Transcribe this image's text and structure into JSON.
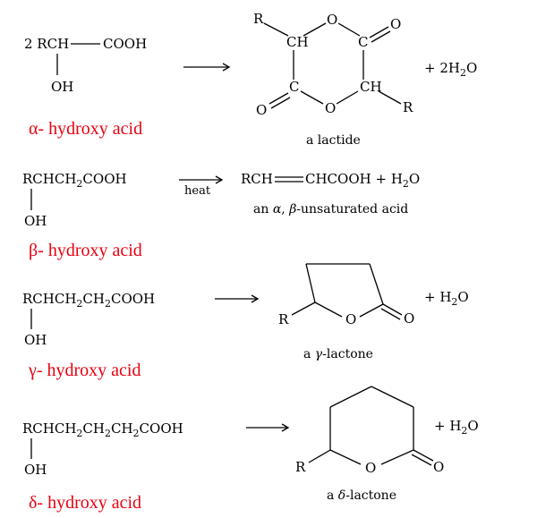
{
  "colors": {
    "label": "#e8000f",
    "ink": "#000000"
  },
  "reactions": [
    {
      "reactant_pre": "2 RCH",
      "reactant_post": "COOH",
      "oh": "OH",
      "label": "α- hydroxy acid",
      "atoms": {
        "r1": "R",
        "ch1": "CH",
        "o_top": "O",
        "c_top": "C",
        "o_dbl1": "O",
        "c_bot": "C",
        "o_dbl2": "O",
        "o_bot": "O",
        "ch2": "CH",
        "r2": "R"
      },
      "byproduct": "+ 2H",
      "byproduct_sub": "2",
      "byproduct_end": "O",
      "product_name": "a lactide"
    },
    {
      "reactant": "RCHCH",
      "reactant_sub": "2",
      "reactant_end": "COOH",
      "oh": "OH",
      "label": "β- hydroxy acid",
      "condition": "heat",
      "product_pre": "RCH",
      "product_post": "CHCOOH + H",
      "product_sub": "2",
      "product_end": "O",
      "product_name_pre": "an ",
      "product_name_alpha": "α",
      "product_name_mid": ", ",
      "product_name_beta": "β",
      "product_name_post": "-unsaturated acid"
    },
    {
      "reactant": "RCHCH",
      "reactant_sub1": "2",
      "reactant_mid": "CH",
      "reactant_sub2": "2",
      "reactant_end": "COOH",
      "oh": "OH",
      "label": "γ- hydroxy acid",
      "atoms": {
        "r": "R",
        "o_ring": "O",
        "o_dbl": "O"
      },
      "byproduct": "+ H",
      "byproduct_sub": "2",
      "byproduct_end": "O",
      "product_name_pre": "a ",
      "product_name_greek": "γ",
      "product_name_post": "-lactone"
    },
    {
      "reactant": "RCHCH",
      "reactant_sub1": "2",
      "reactant_mid1": "CH",
      "reactant_sub2": "2",
      "reactant_mid2": "CH",
      "reactant_sub3": "2",
      "reactant_end": "COOH",
      "oh": "OH",
      "label": "δ- hydroxy acid",
      "atoms": {
        "r": "R",
        "o_ring": "O",
        "o_dbl": "O"
      },
      "byproduct": "+ H",
      "byproduct_sub": "2",
      "byproduct_end": "O",
      "product_name_pre": "a ",
      "product_name_greek": "δ",
      "product_name_post": "-lactone"
    }
  ]
}
